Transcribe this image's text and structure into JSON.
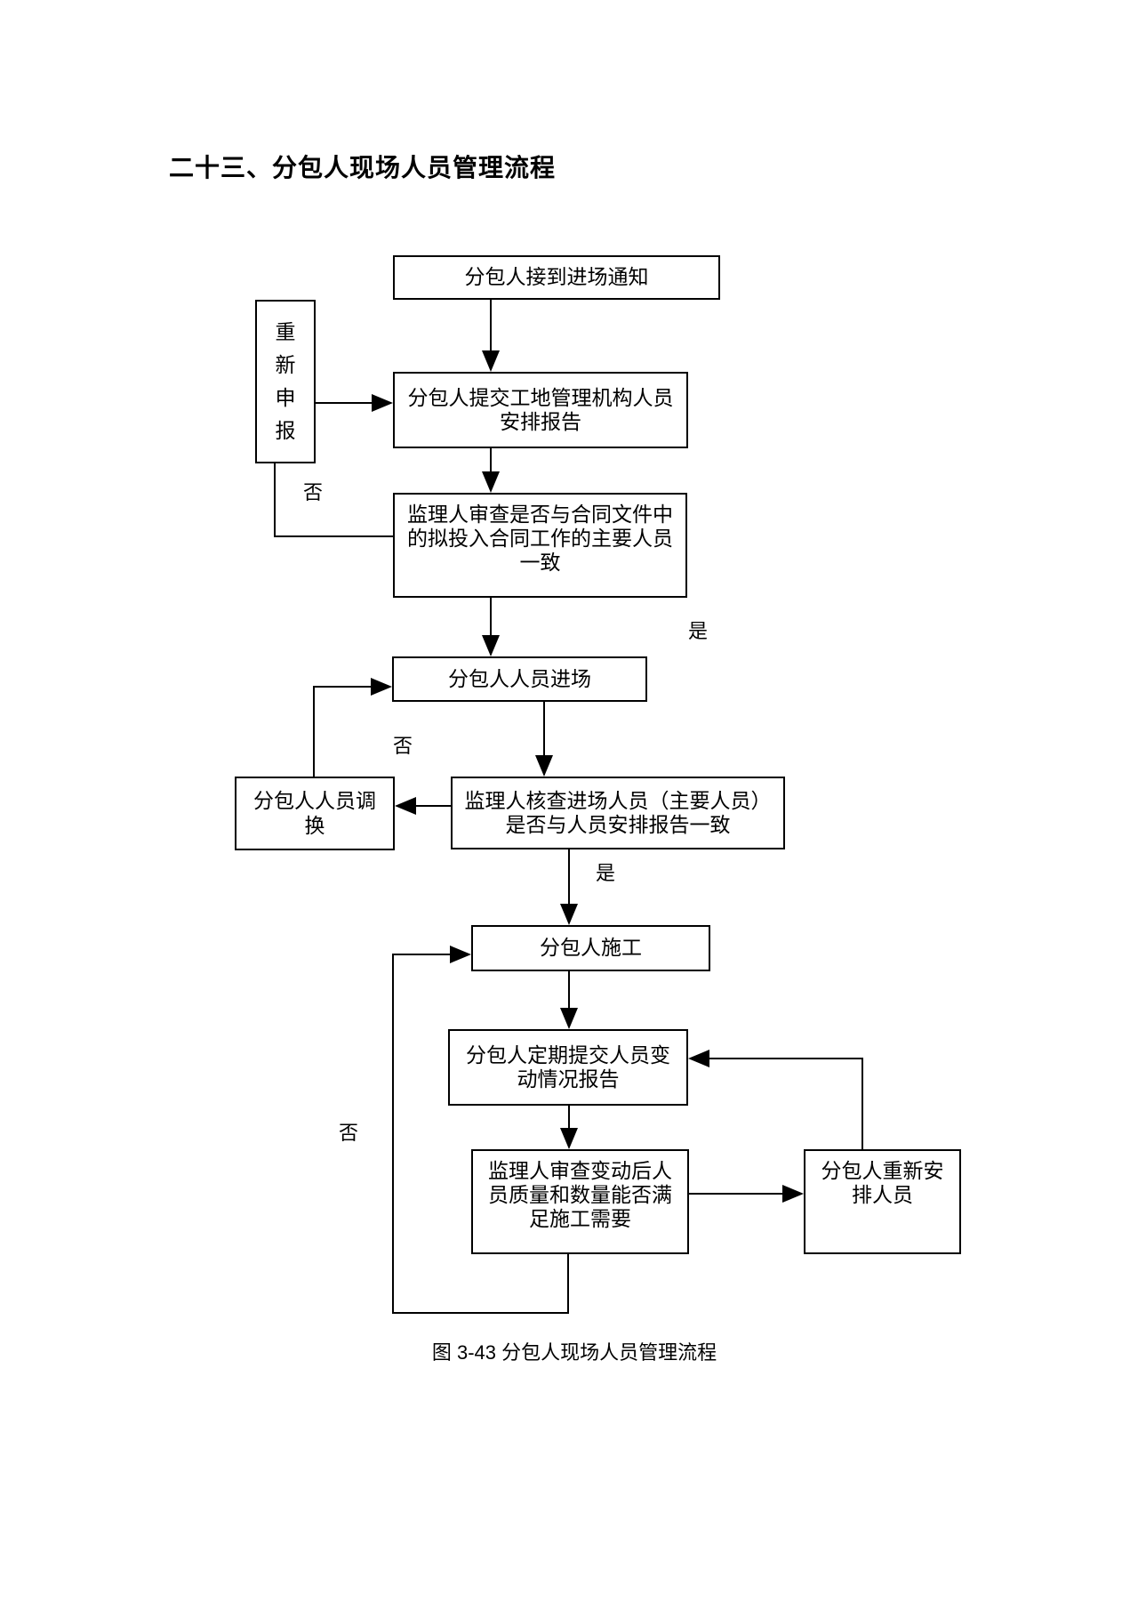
{
  "title": "二十三、分包人现场人员管理流程",
  "caption": "图 3-43 分包人现场人员管理流程",
  "colors": {
    "line": "#000000",
    "text": "#000000",
    "background": "#ffffff"
  },
  "nodes": {
    "notice": {
      "text": "分包人接到进场通知"
    },
    "reapply": {
      "text": "重新申报"
    },
    "submit": {
      "line1": "分包人提交工地管理机构人员",
      "line2": "安排报告"
    },
    "review": {
      "line1": "监理人审查是否与合同文件中",
      "line2": "的拟投入合同工作的主要人员",
      "line3": "一致"
    },
    "enter": {
      "text": "分包人人员进场"
    },
    "swap": {
      "line1": "分包人人员调",
      "line2": "换"
    },
    "verify": {
      "line1": "监理人核查进场人员（主要人员）",
      "line2": "是否与人员安排报告一致"
    },
    "construct": {
      "text": "分包人施工"
    },
    "report": {
      "line1": "分包人定期提交人员变",
      "line2": "动情况报告"
    },
    "audit": {
      "line1": "监理人审查变动后人",
      "line2": "员质量和数量能否满",
      "line3": "足施工需要"
    },
    "rearrange": {
      "line1": "分包人重新安",
      "line2": "排人员"
    }
  },
  "edge_labels": {
    "no_review": "否",
    "yes_review": "是",
    "no_verify": "否",
    "yes_verify": "是",
    "no_audit": "否"
  }
}
